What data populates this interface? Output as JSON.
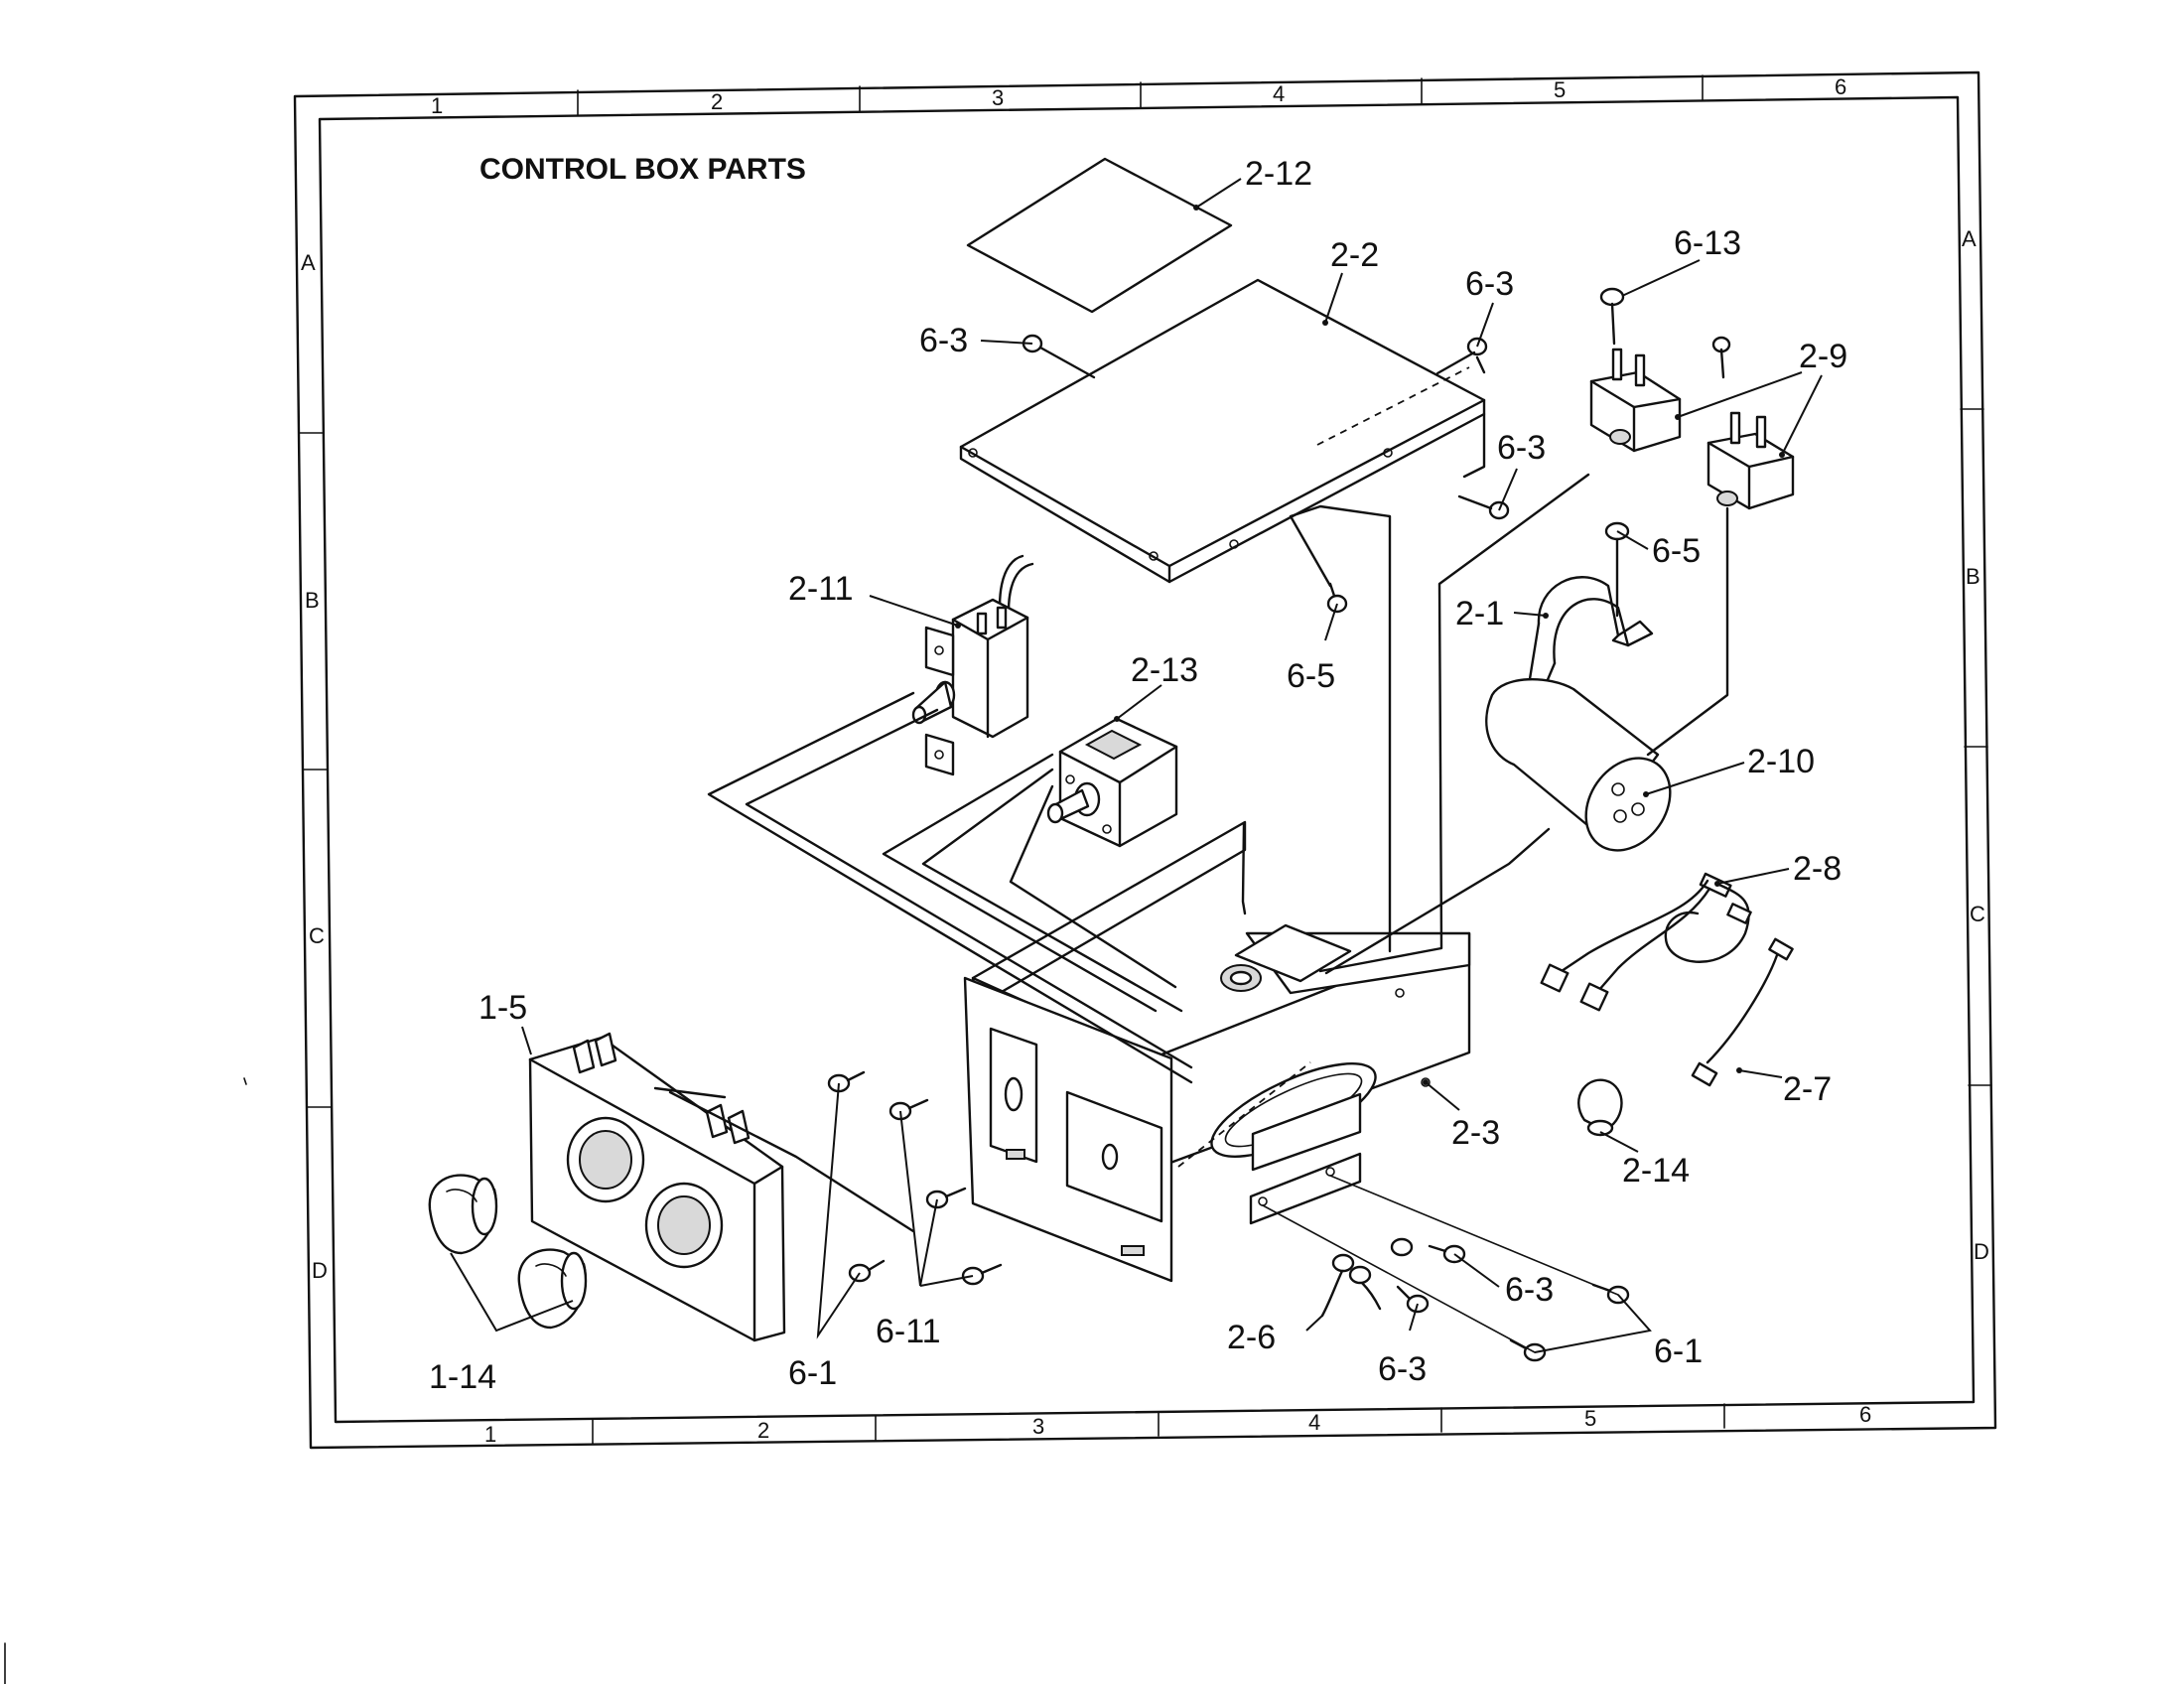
{
  "title": "CONTROL BOX PARTS",
  "grid": {
    "columns_top": [
      "1",
      "2",
      "3",
      "4",
      "5",
      "6"
    ],
    "columns_bottom": [
      "1",
      "2",
      "3",
      "4",
      "5",
      "6"
    ],
    "rows_left": [
      "A",
      "B",
      "C",
      "D"
    ],
    "rows_right": [
      "A",
      "B",
      "C",
      "D"
    ]
  },
  "part_labels": {
    "p2_12": "2-12",
    "p2_2": "2-2",
    "p6_3_top_left": "6-3",
    "p6_3_top_right": "6-3",
    "p6_13": "6-13",
    "p2_9": "2-9",
    "p6_3_right": "6-3",
    "p6_5_right": "6-5",
    "p2_11": "2-11",
    "p2_1": "2-1",
    "p2_13": "2-13",
    "p6_5_mid": "6-5",
    "p2_10": "2-10",
    "p2_8": "2-8",
    "p1_5": "1-5",
    "p2_3": "2-3",
    "p2_7": "2-7",
    "p2_14": "2-14",
    "p6_3_bottom_a": "6-3",
    "p2_6": "2-6",
    "p6_3_bottom_b": "6-3",
    "p6_1_right": "6-1",
    "p1_14": "1-14",
    "p6_1_left": "6-1",
    "p6_11": "6-11"
  }
}
